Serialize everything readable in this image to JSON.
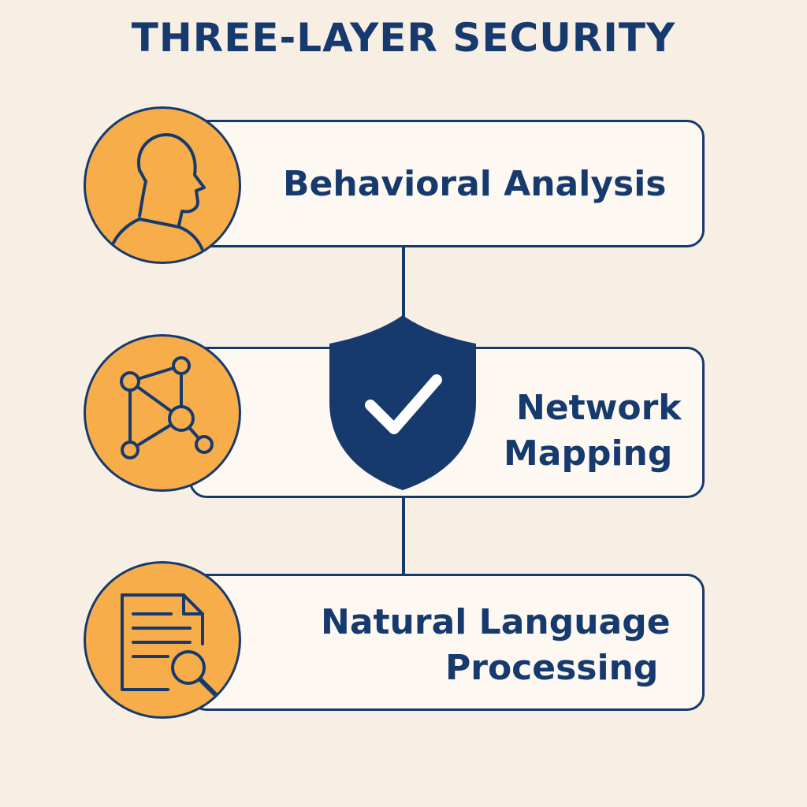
{
  "title": "THREE-LAYER SECURITY",
  "layers": [
    {
      "label": "Behavioral Analysis",
      "icon": "person-profile-icon"
    },
    {
      "label_line1": "Network",
      "label_line2": "Mapping",
      "icon": "network-graph-icon"
    },
    {
      "label_line1": "Natural Language",
      "label_line2": "Processing",
      "icon": "document-search-icon"
    }
  ],
  "center_icon": "shield-check-icon",
  "colors": {
    "background": "#f8efe4",
    "navy": "#173a6e",
    "orange": "#f7ad4a",
    "card": "#fdf8f1"
  }
}
